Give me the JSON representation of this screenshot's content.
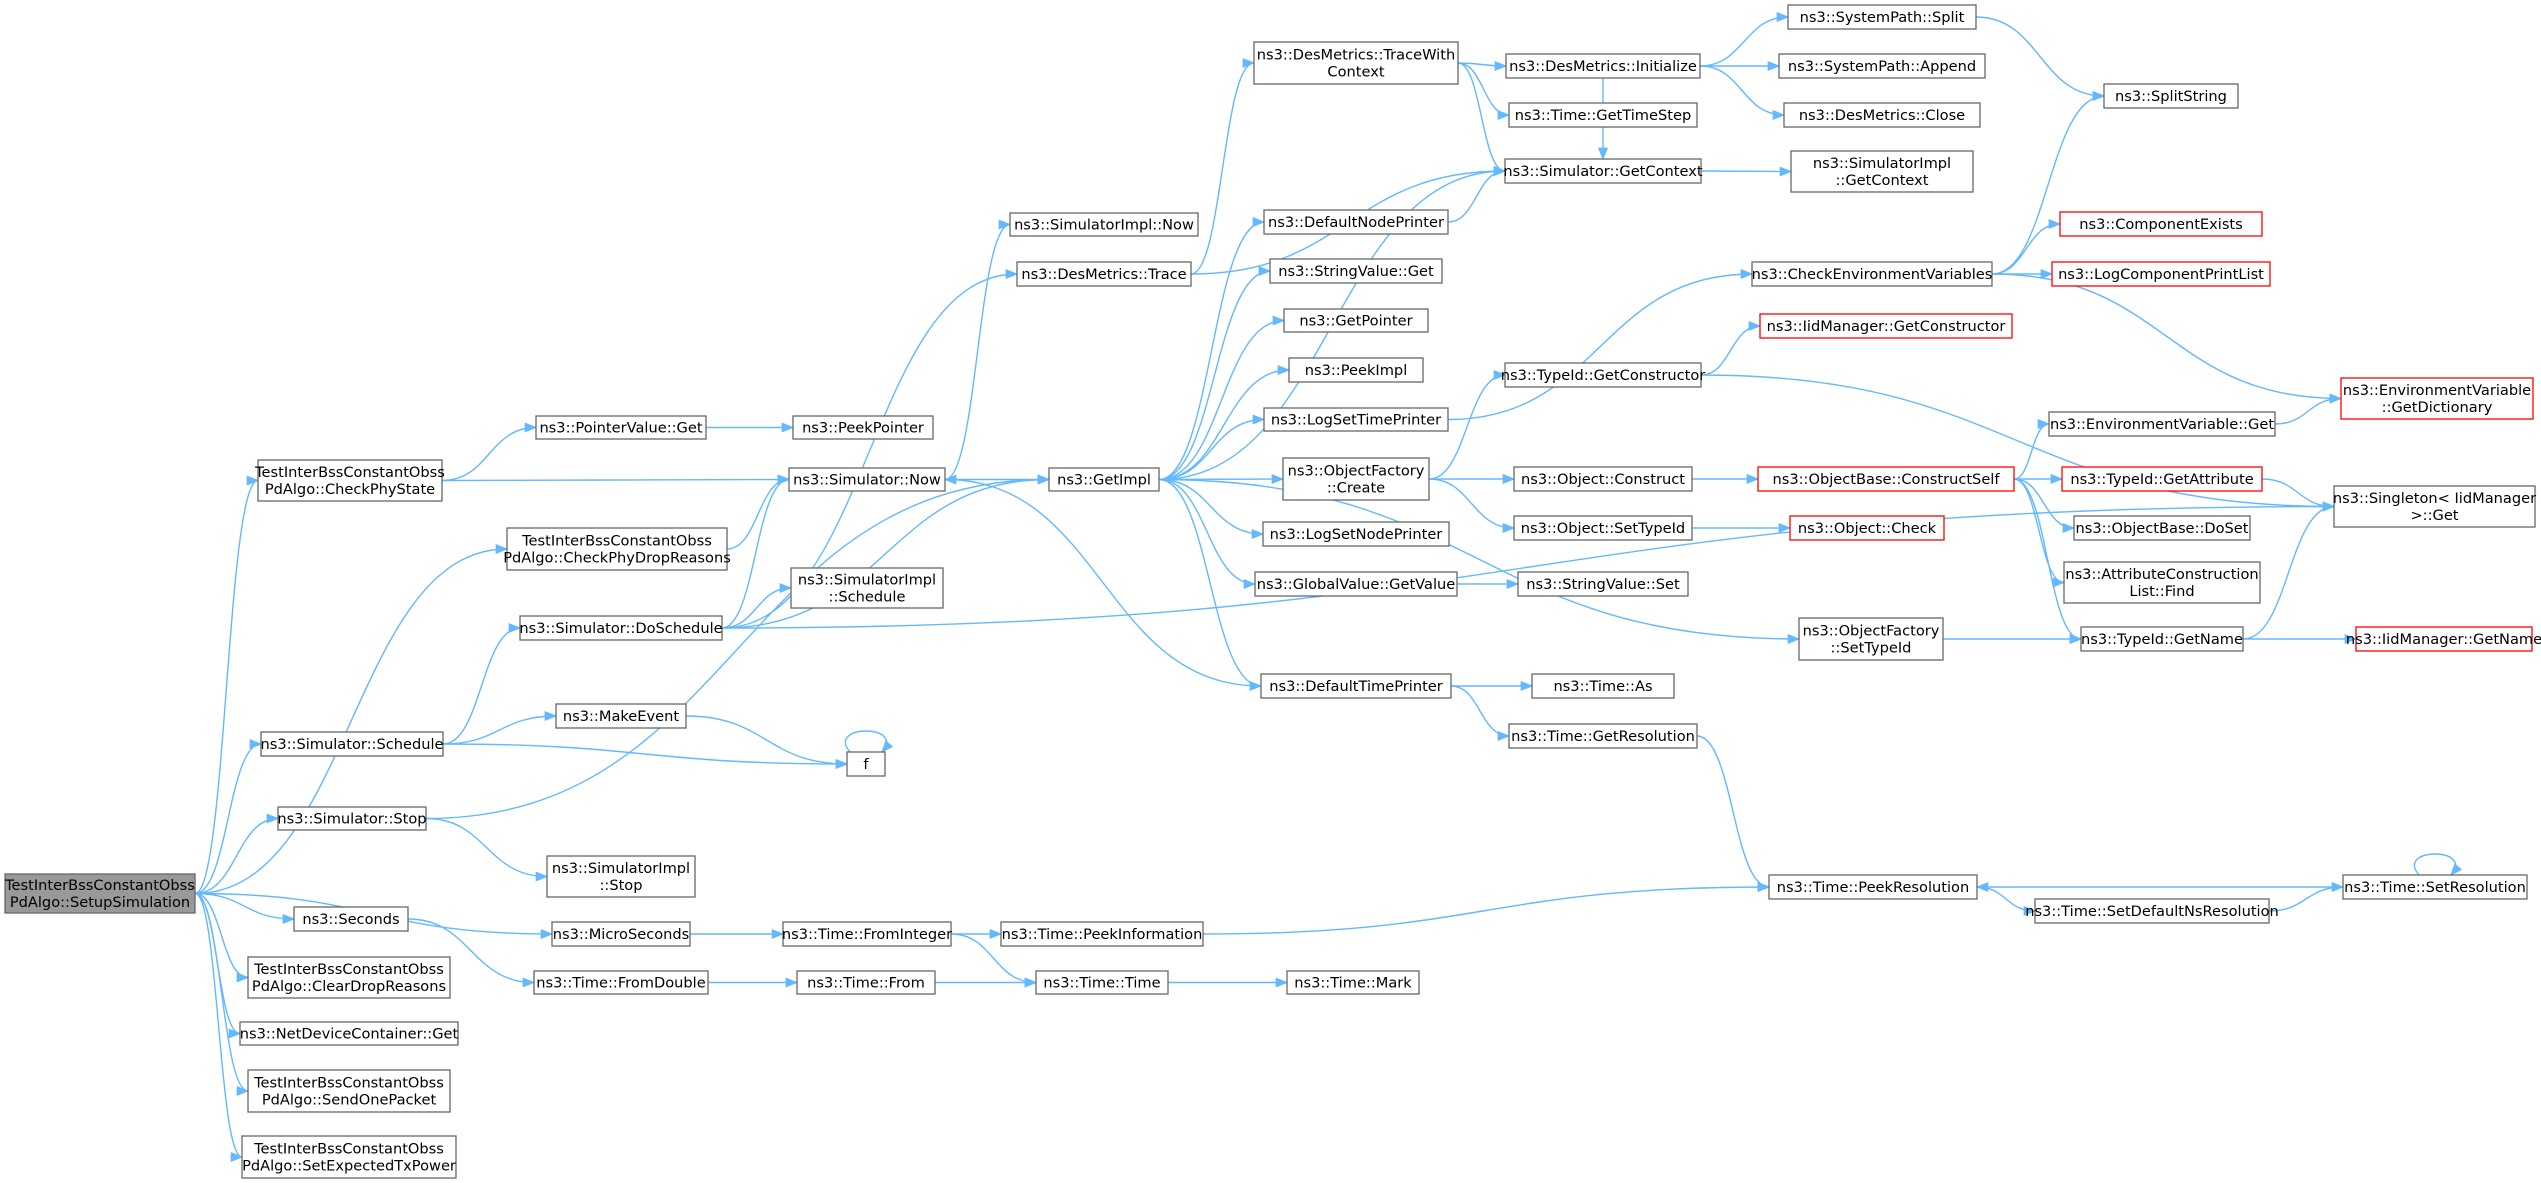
{
  "colors": {
    "edge": "#63b8ff",
    "border": "#666666",
    "highlight_border": "#ff0000",
    "root_fill": "#999999"
  },
  "nodes": {
    "setup": [
      "TestInterBssConstantObss",
      "PdAlgo::SetupSimulation"
    ],
    "checkphystate": [
      "TestInterBssConstantObss",
      "PdAlgo::CheckPhyState"
    ],
    "checkphydrop": [
      "TestInterBssConstantObss",
      "PdAlgo::CheckPhyDropReasons"
    ],
    "cleardrop": [
      "TestInterBssConstantObss",
      "PdAlgo::ClearDropReasons"
    ],
    "sendonepacket": [
      "TestInterBssConstantObss",
      "PdAlgo::SendOnePacket"
    ],
    "setexpectedtx": [
      "TestInterBssConstantObss",
      "PdAlgo::SetExpectedTxPower"
    ],
    "ndcget": [
      "ns3::NetDeviceContainer::Get"
    ],
    "pointervalueget": [
      "ns3::PointerValue::Get"
    ],
    "peekpointer": [
      "ns3::PeekPointer"
    ],
    "simnow": [
      "ns3::Simulator::Now"
    ],
    "simdoschedule": [
      "ns3::Simulator::DoSchedule"
    ],
    "simschedule": [
      "ns3::Simulator::Schedule"
    ],
    "simstop": [
      "ns3::Simulator::Stop"
    ],
    "seconds": [
      "ns3::Seconds"
    ],
    "microseconds": [
      "ns3::MicroSeconds"
    ],
    "timefromdouble": [
      "ns3::Time::FromDouble"
    ],
    "timefrominteger": [
      "ns3::Time::FromInteger"
    ],
    "timefrom": [
      "ns3::Time::From"
    ],
    "timetime": [
      "ns3::Time::Time"
    ],
    "timemark": [
      "ns3::Time::Mark"
    ],
    "timepeekinfo": [
      "ns3::Time::PeekInformation"
    ],
    "simimplnow": [
      "ns3::SimulatorImpl::Now"
    ],
    "desmetricstrace": [
      "ns3::DesMetrics::Trace"
    ],
    "simimplschedule": [
      "ns3::SimulatorImpl",
      "::Schedule"
    ],
    "makeevent": [
      "ns3::MakeEvent"
    ],
    "f": [
      "f"
    ],
    "simimplstop": [
      "ns3::SimulatorImpl",
      "::Stop"
    ],
    "getimpl": [
      "ns3::GetImpl"
    ],
    "desmetricstracewith": [
      "ns3::DesMetrics::TraceWith",
      "Context"
    ],
    "defaultnodeprinter": [
      "ns3::DefaultNodePrinter"
    ],
    "stringvalueget": [
      "ns3::StringValue::Get"
    ],
    "getpointer": [
      "ns3::GetPointer"
    ],
    "peekimpl": [
      "ns3::PeekImpl"
    ],
    "logsettimeprinter": [
      "ns3::LogSetTimePrinter"
    ],
    "objfactcreate": [
      "ns3::ObjectFactory",
      "::Create"
    ],
    "logsetnodeprinter": [
      "ns3::LogSetNodePrinter"
    ],
    "globalvalueget": [
      "ns3::GlobalValue::GetValue"
    ],
    "defaulttimeprinter": [
      "ns3::DefaultTimePrinter"
    ],
    "desmetricsinit": [
      "ns3::DesMetrics::Initialize"
    ],
    "timegettimestep": [
      "ns3::Time::GetTimeStep"
    ],
    "simgetcontext": [
      "ns3::Simulator::GetContext"
    ],
    "typeidgetctor": [
      "ns3::TypeId::GetConstructor"
    ],
    "objectconstruct": [
      "ns3::Object::Construct"
    ],
    "objectsettypeid": [
      "ns3::Object::SetTypeId"
    ],
    "stringvalueset": [
      "ns3::StringValue::Set"
    ],
    "timeas": [
      "ns3::Time::As"
    ],
    "timegetres": [
      "ns3::Time::GetResolution"
    ],
    "syspathsplit": [
      "ns3::SystemPath::Split"
    ],
    "syspathappend": [
      "ns3::SystemPath::Append"
    ],
    "desmetricsclose": [
      "ns3::DesMetrics::Close"
    ],
    "simimplgetctx": [
      "ns3::SimulatorImpl",
      "::GetContext"
    ],
    "checkenvvars": [
      "ns3::CheckEnvironmentVariables"
    ],
    "iidmgrgetctor": [
      "ns3::IidManager::GetConstructor"
    ],
    "objbaseconstructself": [
      "ns3::ObjectBase::ConstructSelf"
    ],
    "objectcheck": [
      "ns3::Object::Check"
    ],
    "objfactsettypeid": [
      "ns3::ObjectFactory",
      "::SetTypeId"
    ],
    "timepeekres": [
      "ns3::Time::PeekResolution"
    ],
    "timesetdefaultns": [
      "ns3::Time::SetDefaultNsResolution"
    ],
    "splitstring": [
      "ns3::SplitString"
    ],
    "componentexists": [
      "ns3::ComponentExists"
    ],
    "logcompprintlist": [
      "ns3::LogComponentPrintList"
    ],
    "envvarget": [
      "ns3::EnvironmentVariable::Get"
    ],
    "typeidgetattr": [
      "ns3::TypeId::GetAttribute"
    ],
    "objbasedoset": [
      "ns3::ObjectBase::DoSet"
    ],
    "attrconstrfind": [
      "ns3::AttributeConstruction",
      "List::Find"
    ],
    "typeidgetname": [
      "ns3::TypeId::GetName"
    ],
    "timesetres": [
      "ns3::Time::SetResolution"
    ],
    "envvargetdict": [
      "ns3::EnvironmentVariable",
      "::GetDictionary"
    ],
    "singletonget": [
      "ns3::Singleton< IidManager",
      " >::Get"
    ],
    "iidmgrgetname": [
      "ns3::IidManager::GetName"
    ]
  }
}
